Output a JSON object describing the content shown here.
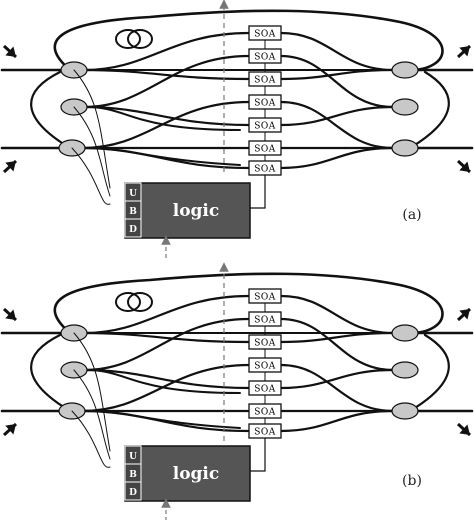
{
  "panels": [
    {
      "label": "(a)",
      "soa_label": "SOA",
      "soa_count": 7,
      "logic_label": "logic",
      "logic_ports": [
        "U",
        "B",
        "D"
      ],
      "arrows": {
        "left_top": "in",
        "right_top": "out",
        "left_bottom": "in",
        "right_bottom": "out"
      }
    },
    {
      "label": "(b)",
      "soa_label": "SOA",
      "soa_count": 7,
      "logic_label": "logic",
      "logic_ports": [
        "U",
        "B",
        "D"
      ],
      "arrows": {
        "left_top": "in",
        "right_top": "out",
        "left_bottom": "in",
        "right_bottom": "out"
      }
    }
  ],
  "colors": {
    "line": "#111111",
    "coupler_fill": "#c8c8c8",
    "logic_fill": "#555555",
    "dashed": "#777777"
  }
}
